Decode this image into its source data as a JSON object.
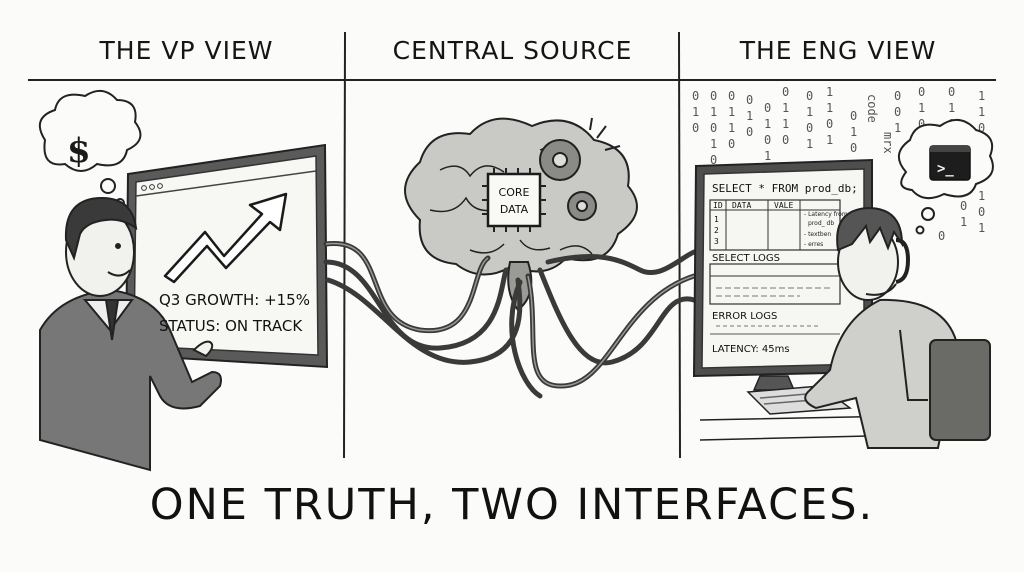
{
  "panels": {
    "vp": {
      "title": "THE VP VIEW",
      "thought_icon": "dollar-sign-icon",
      "thought_text": "$",
      "dashboard_lines": [
        "Q3 GROWTH: +15%",
        "STATUS: ON TRACK"
      ]
    },
    "center": {
      "title": "CENTRAL SOURCE",
      "chip_label": "CORE DATA",
      "chip_lines": [
        "CORE",
        "DATA"
      ]
    },
    "eng": {
      "title": "THE ENG VIEW",
      "thought_icon": "terminal-prompt-icon",
      "thought_text": ">_",
      "query": "SELECT * FROM prod_db;",
      "table_headers": [
        "ID",
        "DATA",
        "VALE"
      ],
      "table_row_ids": [
        "1",
        "2",
        "3"
      ],
      "notes": [
        "- Latency from",
        "prod_ db",
        "- textben",
        "- erres"
      ],
      "section_select": "SELECT LOGS",
      "section_error": "ERROR LOGS",
      "latency": "LATENCY: 45ms",
      "matrix_words": [
        "code",
        "mrx"
      ]
    }
  },
  "caption": "ONE TRUTH, TWO INTERFACES."
}
